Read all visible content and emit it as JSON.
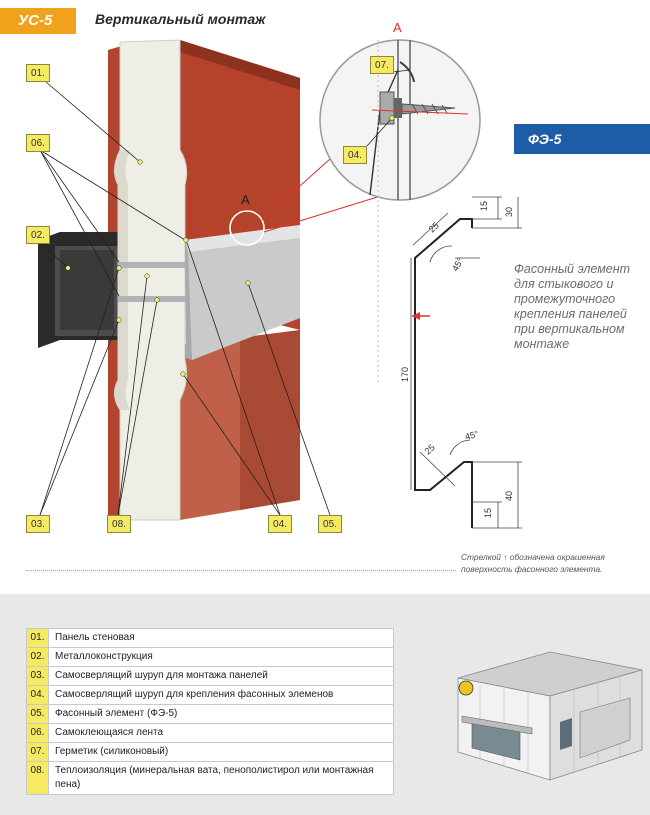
{
  "header": {
    "code": "УС-5",
    "title": "Вертикальный монтаж"
  },
  "section_label": "А",
  "callouts": [
    "01.",
    "06.",
    "02.",
    "03.",
    "08.",
    "04.",
    "05.",
    "07.",
    "04."
  ],
  "fe": {
    "badge": "ФЭ-5",
    "description": "Фасонный элемент для стыкового и промежуточного крепления панелей при вертикальном монтаже",
    "dimensions": [
      "15",
      "30",
      "25",
      "45°",
      "170",
      "25",
      "45°",
      "15",
      "40"
    ],
    "note_before": "Стрелкой",
    "note_after": "обозначена окрашенная поверхность фасонного элемента."
  },
  "legend": [
    {
      "num": "01.",
      "text": "Панель стеновая"
    },
    {
      "num": "02.",
      "text": "Металлоконструкция"
    },
    {
      "num": "03.",
      "text": "Самосверлящий шуруп для монтажа панелей"
    },
    {
      "num": "04.",
      "text": "Самосверлящий шуруп для крепления фасонных элеменов"
    },
    {
      "num": "05.",
      "text": "Фасонный элемент (ФЭ-5)"
    },
    {
      "num": "06.",
      "text": "Самоклеющаяся лента"
    },
    {
      "num": "07.",
      "text": "Герметик (силиконовый)"
    },
    {
      "num": "08.",
      "text": "Теплоизоляция (минеральная вата, пенополистирол или монтажная пена)"
    }
  ],
  "colors": {
    "accent_orange": "#f0a21c",
    "accent_blue": "#1f5ca8",
    "callout_yellow": "#f7ea63",
    "panel_red": "#b5432c"
  }
}
